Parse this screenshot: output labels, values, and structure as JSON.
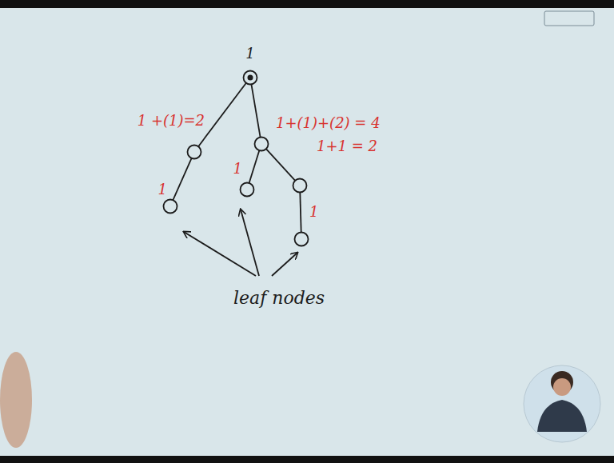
{
  "diagram": {
    "nodes": [
      {
        "text": [
          "1"
        ]
      },
      {
        "text": [
          "1 +(1)=2"
        ]
      },
      {
        "text": [
          "1+(1)+(2) = 4"
        ]
      },
      {
        "text": [
          "1"
        ]
      },
      {
        "text": [
          "1"
        ]
      },
      {
        "text": [
          "1+1 = 2"
        ]
      },
      {
        "text": [
          "1"
        ]
      }
    ],
    "edges": [
      {
        "from": 0,
        "to": 1,
        "arrow": "none"
      },
      {
        "from": 0,
        "to": 2,
        "arrow": "none"
      },
      {
        "from": 1,
        "to": 3,
        "arrow": "none"
      },
      {
        "from": 2,
        "to": 4,
        "arrow": "none"
      },
      {
        "from": 2,
        "to": 5,
        "arrow": "none"
      },
      {
        "from": 5,
        "to": 6,
        "arrow": "none"
      }
    ],
    "labels": [
      "leaf nodes"
    ]
  }
}
